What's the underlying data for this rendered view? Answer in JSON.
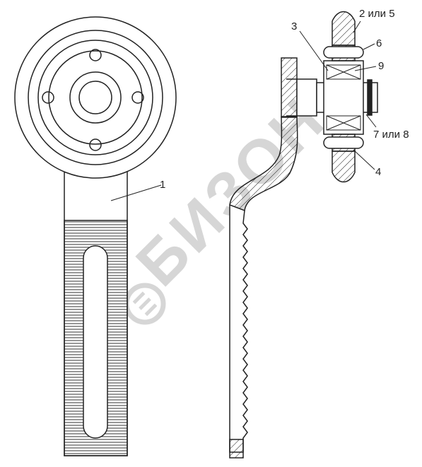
{
  "labels": {
    "part_1": "1",
    "part_2_or_5": "2 или 5",
    "part_3": "3",
    "part_4": "4",
    "part_6": "6",
    "part_7_or_8": "7 или 8",
    "part_9": "9"
  },
  "watermark": {
    "text": "БИЗОН"
  },
  "colors": {
    "line": "#222222",
    "watermark": "#d6d6d6",
    "background": "#ffffff"
  }
}
